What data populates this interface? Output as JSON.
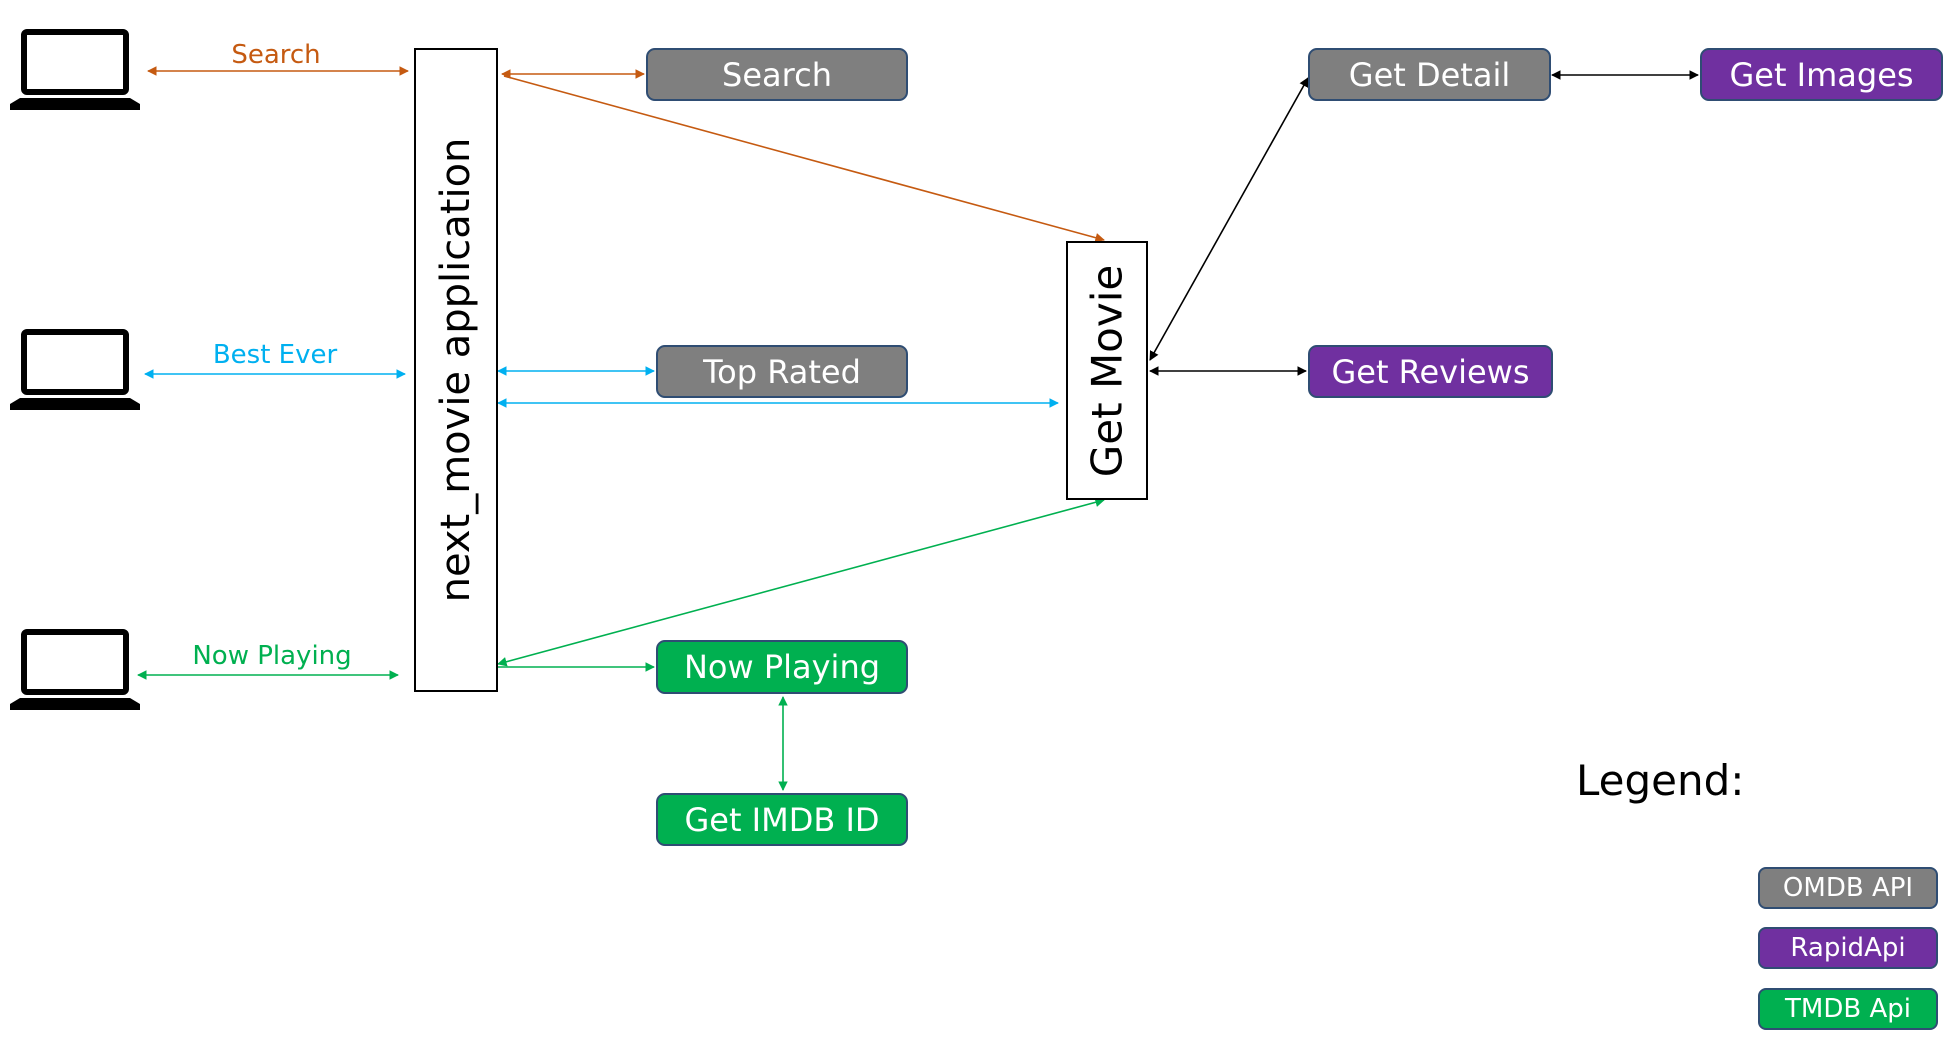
{
  "colors": {
    "omdb": "#7f7f7f",
    "rapid": "#7030a0",
    "tmdb": "#00b050",
    "search_edge": "#c55a11",
    "best_edge": "#00b0f0",
    "now_edge": "#00b050",
    "black_edge": "#000000"
  },
  "clients": [
    {
      "icon": "laptop-icon",
      "edge_label": "Search"
    },
    {
      "icon": "laptop-icon",
      "edge_label": "Best Ever"
    },
    {
      "icon": "laptop-icon",
      "edge_label": "Now Playing"
    }
  ],
  "app": {
    "label": "next_movie application"
  },
  "hub": {
    "label": "Get Movie"
  },
  "nodes": {
    "search": "Search",
    "top_rated": "Top Rated",
    "now_playing": "Now Playing",
    "get_imdb_id": "Get IMDB ID",
    "get_detail": "Get Detail",
    "get_images": "Get Images",
    "get_reviews": "Get Reviews"
  },
  "legend": {
    "title": "Legend:",
    "items": [
      "OMDB API",
      "RapidApi",
      "TMDB Api"
    ]
  }
}
